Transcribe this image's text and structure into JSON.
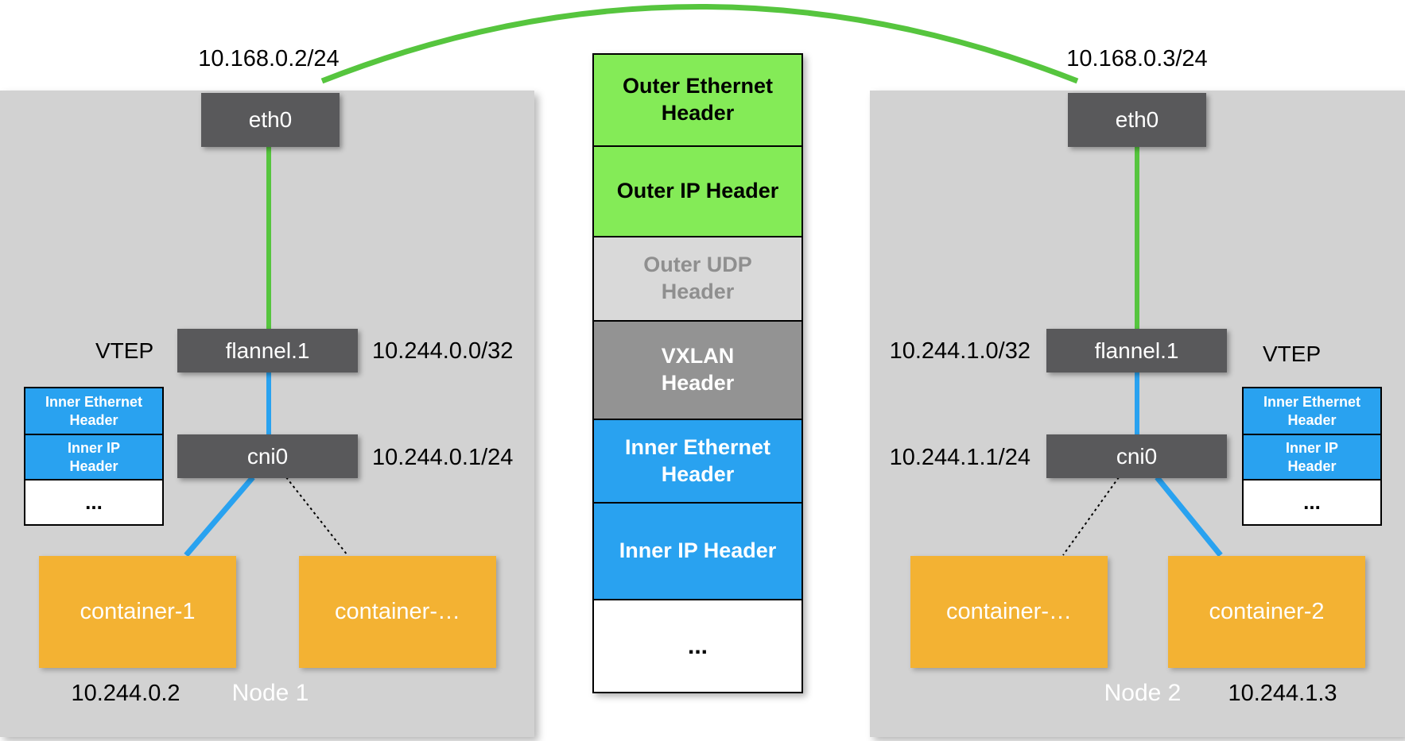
{
  "colors": {
    "node_bg": "#d2d2d2",
    "interface_box": "#59595b",
    "outer_green": "#84eb57",
    "line_green": "#56c53e",
    "blue": "#29a2f0",
    "orange": "#f3b233",
    "vxlan_gray": "#939393",
    "udp_bg": "#d9d9d9",
    "udp_text": "#8f8f8f"
  },
  "node1": {
    "name": "Node 1",
    "host_ip": "10.168.0.2/24",
    "eth_label": "eth0",
    "vtep_label": "VTEP",
    "flannel_label": "flannel.1",
    "flannel_ip": "10.244.0.0/32",
    "cni_label": "cni0",
    "cni_ip": "10.244.0.1/24",
    "container_a": "container-1",
    "container_b": "container-…",
    "container_a_ip": "10.244.0.2",
    "inner_stack": {
      "eth": "Inner Ethernet\nHeader",
      "ip": "Inner IP\nHeader",
      "rest": "..."
    }
  },
  "node2": {
    "name": "Node 2",
    "host_ip": "10.168.0.3/24",
    "eth_label": "eth0",
    "vtep_label": "VTEP",
    "flannel_label": "flannel.1",
    "flannel_ip": "10.244.1.0/32",
    "cni_label": "cni0",
    "cni_ip": "10.244.1.1/24",
    "container_a": "container-…",
    "container_b": "container-2",
    "container_b_ip": "10.244.1.3",
    "inner_stack": {
      "eth": "Inner Ethernet\nHeader",
      "ip": "Inner IP\nHeader",
      "rest": "..."
    }
  },
  "packet_stack": {
    "segments": [
      {
        "label": "Outer Ethernet\nHeader",
        "style": "outer"
      },
      {
        "label": "Outer IP Header",
        "style": "outer"
      },
      {
        "label": "Outer UDP\nHeader",
        "style": "udp"
      },
      {
        "label": "VXLAN\nHeader",
        "style": "vxlan"
      },
      {
        "label": "Inner Ethernet\nHeader",
        "style": "inner"
      },
      {
        "label": "Inner IP Header",
        "style": "inner"
      },
      {
        "label": "...",
        "style": "rest"
      }
    ]
  }
}
